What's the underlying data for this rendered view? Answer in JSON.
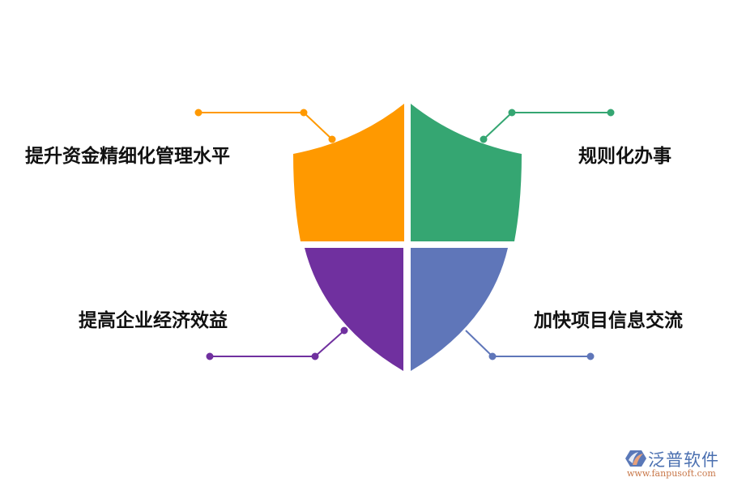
{
  "diagram": {
    "type": "shield-quadrant",
    "quadrants": [
      {
        "position": "top-left",
        "label": "提升资金精细化管理水平",
        "color": "#FF9900"
      },
      {
        "position": "top-right",
        "label": "规则化办事",
        "color": "#35A672"
      },
      {
        "position": "bottom-left",
        "label": "提高企业经济效益",
        "color": "#70309F"
      },
      {
        "position": "bottom-right",
        "label": "加快项目信息交流",
        "color": "#5F76B9"
      }
    ]
  },
  "watermark": {
    "brand": "泛普软件",
    "url": "www.fanpusoft.com",
    "brand_color": "#4A6FB0",
    "url_color": "#C8784A"
  }
}
